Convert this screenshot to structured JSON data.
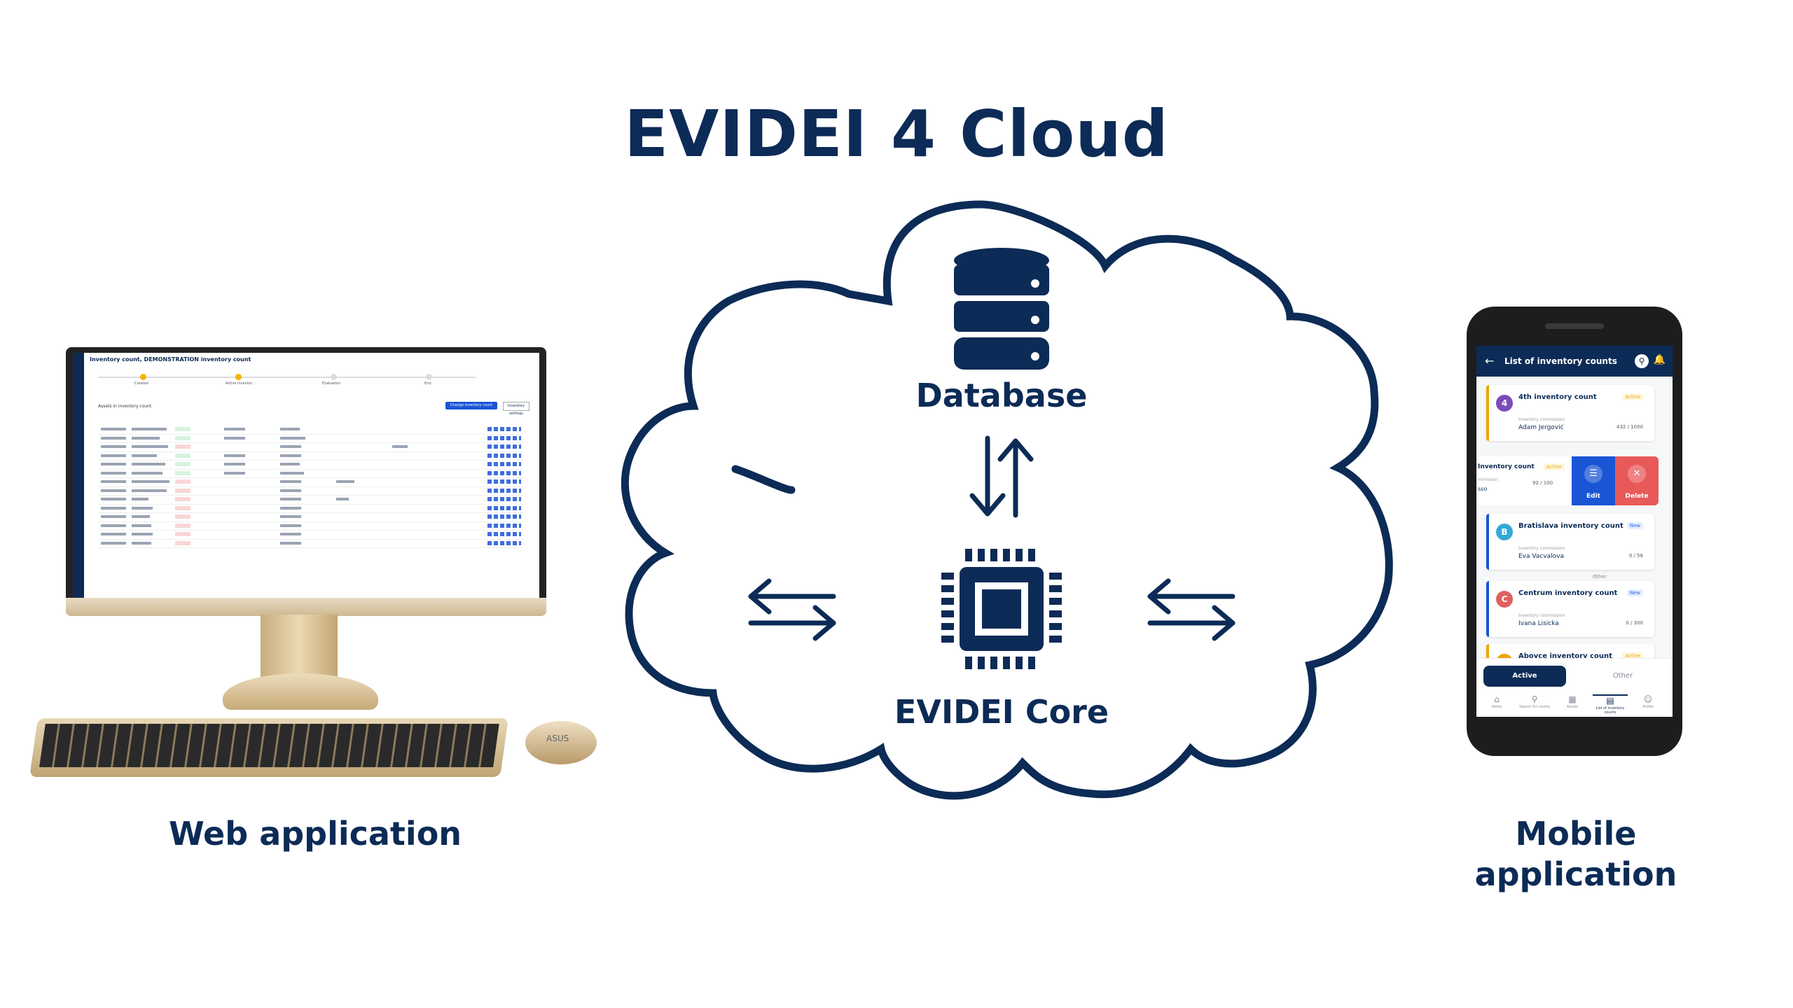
{
  "title": "EVIDEI 4 Cloud",
  "database_label": "Database",
  "core_label": "EVIDEI Core",
  "web_caption": "Web application",
  "mobile_caption_line1": "Mobile",
  "mobile_caption_line2": "application",
  "colors": {
    "navy": "#0c2b56",
    "accent_blue": "#1a55d6",
    "active_yellow": "#f0a500",
    "delete_red": "#e85a5a"
  },
  "icons": [
    "cloud-icon",
    "database-icon",
    "cpu-chip-icon",
    "bidirectional-arrow-icon",
    "monitor-icon",
    "keyboard-icon",
    "mouse-icon",
    "smartphone-icon"
  ],
  "web_screen": {
    "title": "Inventory count, DEMONSTRATION inventory count",
    "steps": [
      "Created",
      "Active inventor...",
      "Evaluation",
      "End"
    ],
    "primary_button": "Change inventory count status",
    "secondary_button": "Inventory settings",
    "subtitle": "Assets in inventory count",
    "brand": "ASUS"
  },
  "mobile_screen": {
    "header": "List of inventory counts",
    "cards": [
      {
        "avatar": "4",
        "name": "4th inventory count",
        "badge": "Active",
        "label": "Inventory commission",
        "person": "Adam Jergović",
        "count": "432 / 1000"
      },
      {
        "avatar": "B",
        "name": "Bratislava inventory count",
        "badge": "New",
        "label": "Inventory commission",
        "person": "Eva Vacvalova",
        "count": "0 / 58"
      },
      {
        "avatar": "C",
        "name": "Centrum inventory count",
        "badge": "New",
        "label": "Inventory commission",
        "person": "Ivana Lisicka",
        "count": "0 / 300",
        "group": "Other"
      },
      {
        "avatar": "A",
        "name": "Abovce inventory count",
        "badge": "Active"
      }
    ],
    "swipe_card": {
      "name": "Inventory count",
      "badge": "Active",
      "label": "mmission",
      "person": "sso",
      "count": "92 / 100",
      "edit": "Edit",
      "delete": "Delete"
    },
    "toggle": {
      "active": "Active",
      "other": "Other"
    },
    "nav": [
      "Home",
      "Search for counts",
      "Assets",
      "List of inventory counts",
      "Profile"
    ]
  }
}
